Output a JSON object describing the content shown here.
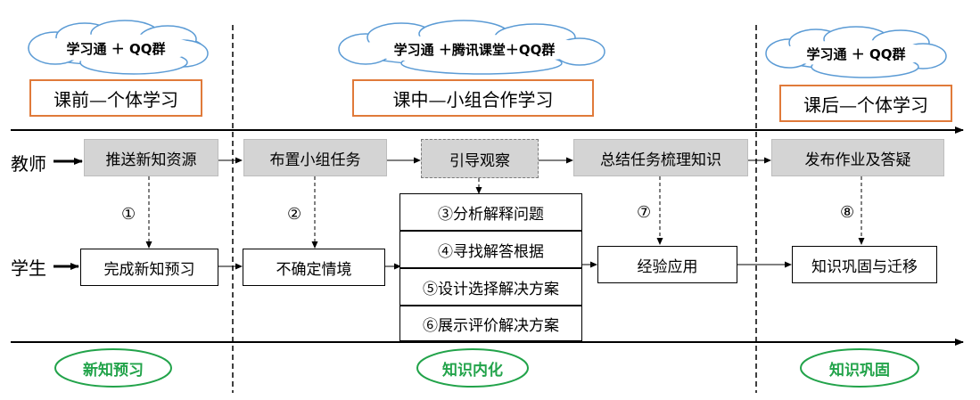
{
  "clouds": {
    "pre": "学习通 ＋ QQ群",
    "in": "学习通 ＋腾讯课堂＋QQ群",
    "post": "学习通 ＋ QQ群"
  },
  "phases": {
    "pre": "课前—个体学习",
    "in": "课中—小组合作学习",
    "post": "课后—个体学习"
  },
  "roles": {
    "teacher": "教师",
    "student": "学生"
  },
  "teacher_steps": [
    "推送新知资源",
    "布置小组任务",
    "引导观察",
    "总结任务梳理知识",
    "发布作业及答疑"
  ],
  "student_steps": {
    "preview": "完成新知预习",
    "situation": "不确定情境",
    "group": [
      "③分析解释问题",
      "④寻找解答根据",
      "⑤设计选择解决方案",
      "⑥展示评价解决方案"
    ],
    "apply": "经验应用",
    "consolidate": "知识巩固与迁移"
  },
  "step_numbers": [
    "①",
    "②",
    "⑦",
    "⑧"
  ],
  "outcomes": [
    "新知预习",
    "知识内化",
    "知识巩固"
  ],
  "colors": {
    "phase_border": "#e07a3a",
    "outcome_green": "#22a34a",
    "cloud_border": "#5b9bd5",
    "teacher_fill": "#d4d4d4"
  }
}
